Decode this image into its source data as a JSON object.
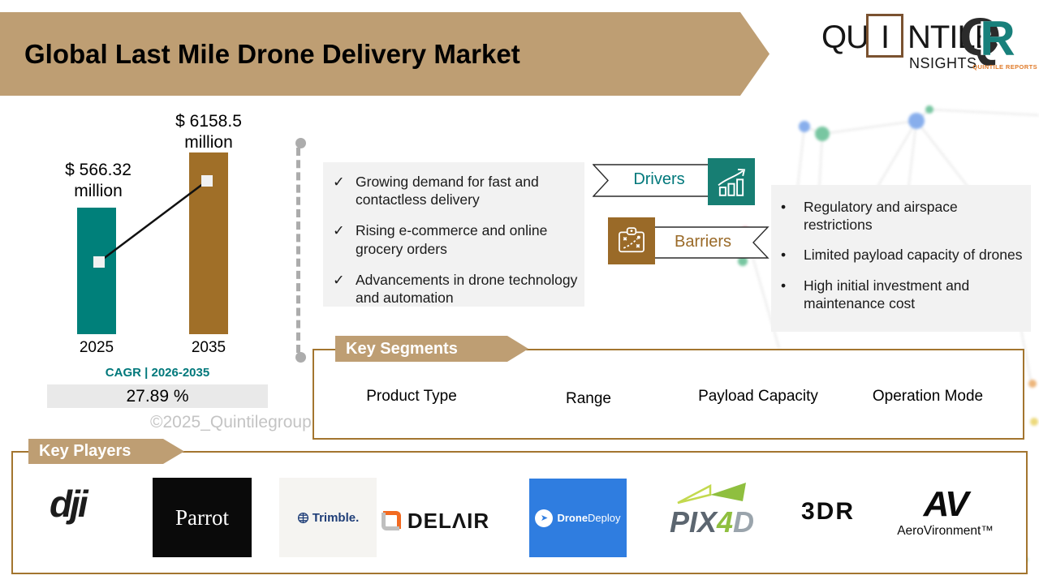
{
  "colors": {
    "banner_tan": "#BE9E73",
    "bar_teal": "#00807A",
    "bar_brown": "#A06F28",
    "box_border_brown": "#A3752F",
    "panel_gray": "#F2F2F2",
    "cagr_teal": "#00787B",
    "drivers_icon_teal": "#177E73",
    "barriers_icon_brown": "#9A6A28"
  },
  "header": {
    "title": "Global Last Mile Drone Delivery Market",
    "quintile_logo": {
      "qu": "QU",
      "i": "I",
      "ntile": "NTILE",
      "sub": "NSIGHTS"
    },
    "qr_logo": {
      "q": "Q",
      "r": "R",
      "sub": "QUINTILE REPORTS"
    }
  },
  "chart_data": {
    "type": "bar",
    "categories": [
      "2025",
      "2035"
    ],
    "values": [
      566.32,
      6158.5
    ],
    "unit": "USD million",
    "value_labels": [
      "$ 566.32 million",
      "$ 6158.5 million"
    ],
    "bar_colors": [
      "#00807A",
      "#A06F28"
    ],
    "trend_line": true,
    "cagr": {
      "label": "CAGR | 2026-2035",
      "value": "27.89 %"
    }
  },
  "watermark": "©2025_Quintilegroup",
  "drivers": {
    "title": "Drivers",
    "icon": "growth-chart-icon",
    "check_glyph": "✓",
    "items": [
      "Growing demand for fast and contactless delivery",
      "Rising e-commerce and online grocery orders",
      "Advancements in drone technology and automation"
    ]
  },
  "barriers": {
    "title": "Barriers",
    "icon": "strategy-clipboard-icon",
    "bullet_glyph": "•",
    "items": [
      "Regulatory and airspace restrictions",
      "Limited payload capacity of drones",
      "High initial investment and maintenance cost"
    ]
  },
  "key_segments": {
    "title": "Key Segments",
    "items": [
      "Product Type",
      "Range",
      "Payload Capacity",
      "Operation Mode"
    ]
  },
  "key_players": {
    "title": "Key Players",
    "players": [
      "DJI",
      "Parrot",
      "Trimble",
      "DELAIR",
      "DroneDeploy",
      "PIX4D",
      "3DR",
      "AeroVironment"
    ],
    "logos": {
      "dji": "dji",
      "parrot": "Parrot",
      "trimble": "Trimble.",
      "delair": "DELΛIR",
      "dronedeploy_bold": "Drone",
      "dronedeploy_rest": "Deploy",
      "dd_arrow": "➤",
      "pix4d_pix": "PIX",
      "pix4d_4": "4",
      "pix4d_d": "D",
      "threedr": "3DR",
      "av": "AV",
      "av_sub": "AeroVironment™"
    }
  }
}
